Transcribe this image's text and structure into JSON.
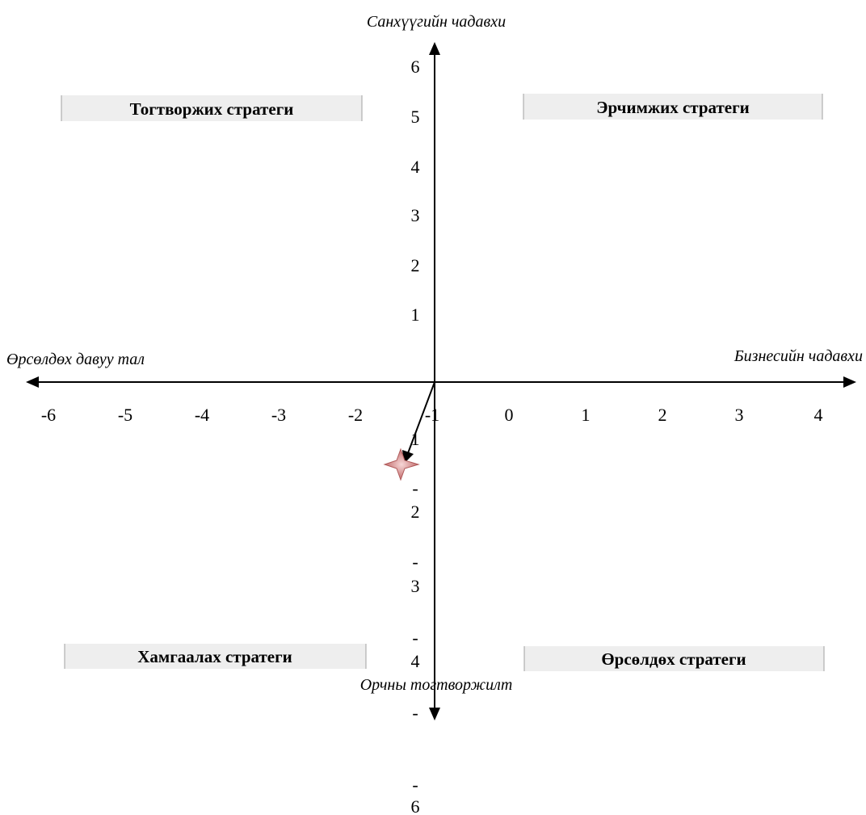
{
  "axes": {
    "top_label": "Санхүүгийн чадавхи",
    "bottom_label": "Орчны тогтворжилт",
    "left_label": "Өрсөлдөх давуу тал",
    "right_label": "Бизнесийн чадавхи"
  },
  "quadrants": {
    "top_left": "Тогтворжих стратеги",
    "top_right": "Эрчимжих стратеги",
    "bottom_left": "Хамгаалах стратеги",
    "bottom_right": "Өрсөлдөх стратеги"
  },
  "x_ticks": [
    "-6",
    "-5",
    "-4",
    "-3",
    "-2",
    "-1",
    "0",
    "1",
    "2",
    "3",
    "4"
  ],
  "y_ticks_positive": [
    "6",
    "5",
    "4",
    "3",
    "2",
    "1"
  ],
  "y_ticks_negative": [
    {
      "dash": "",
      "digit": "1"
    },
    {
      "dash": "-",
      "digit": "2"
    },
    {
      "dash": "-",
      "digit": "3"
    },
    {
      "dash": "-",
      "digit": "4"
    },
    {
      "dash": "-",
      "digit": ""
    },
    {
      "dash": "-",
      "digit": "6"
    }
  ],
  "marker": {
    "icon": "four-point-star-icon",
    "color": "#d98c8c"
  }
}
